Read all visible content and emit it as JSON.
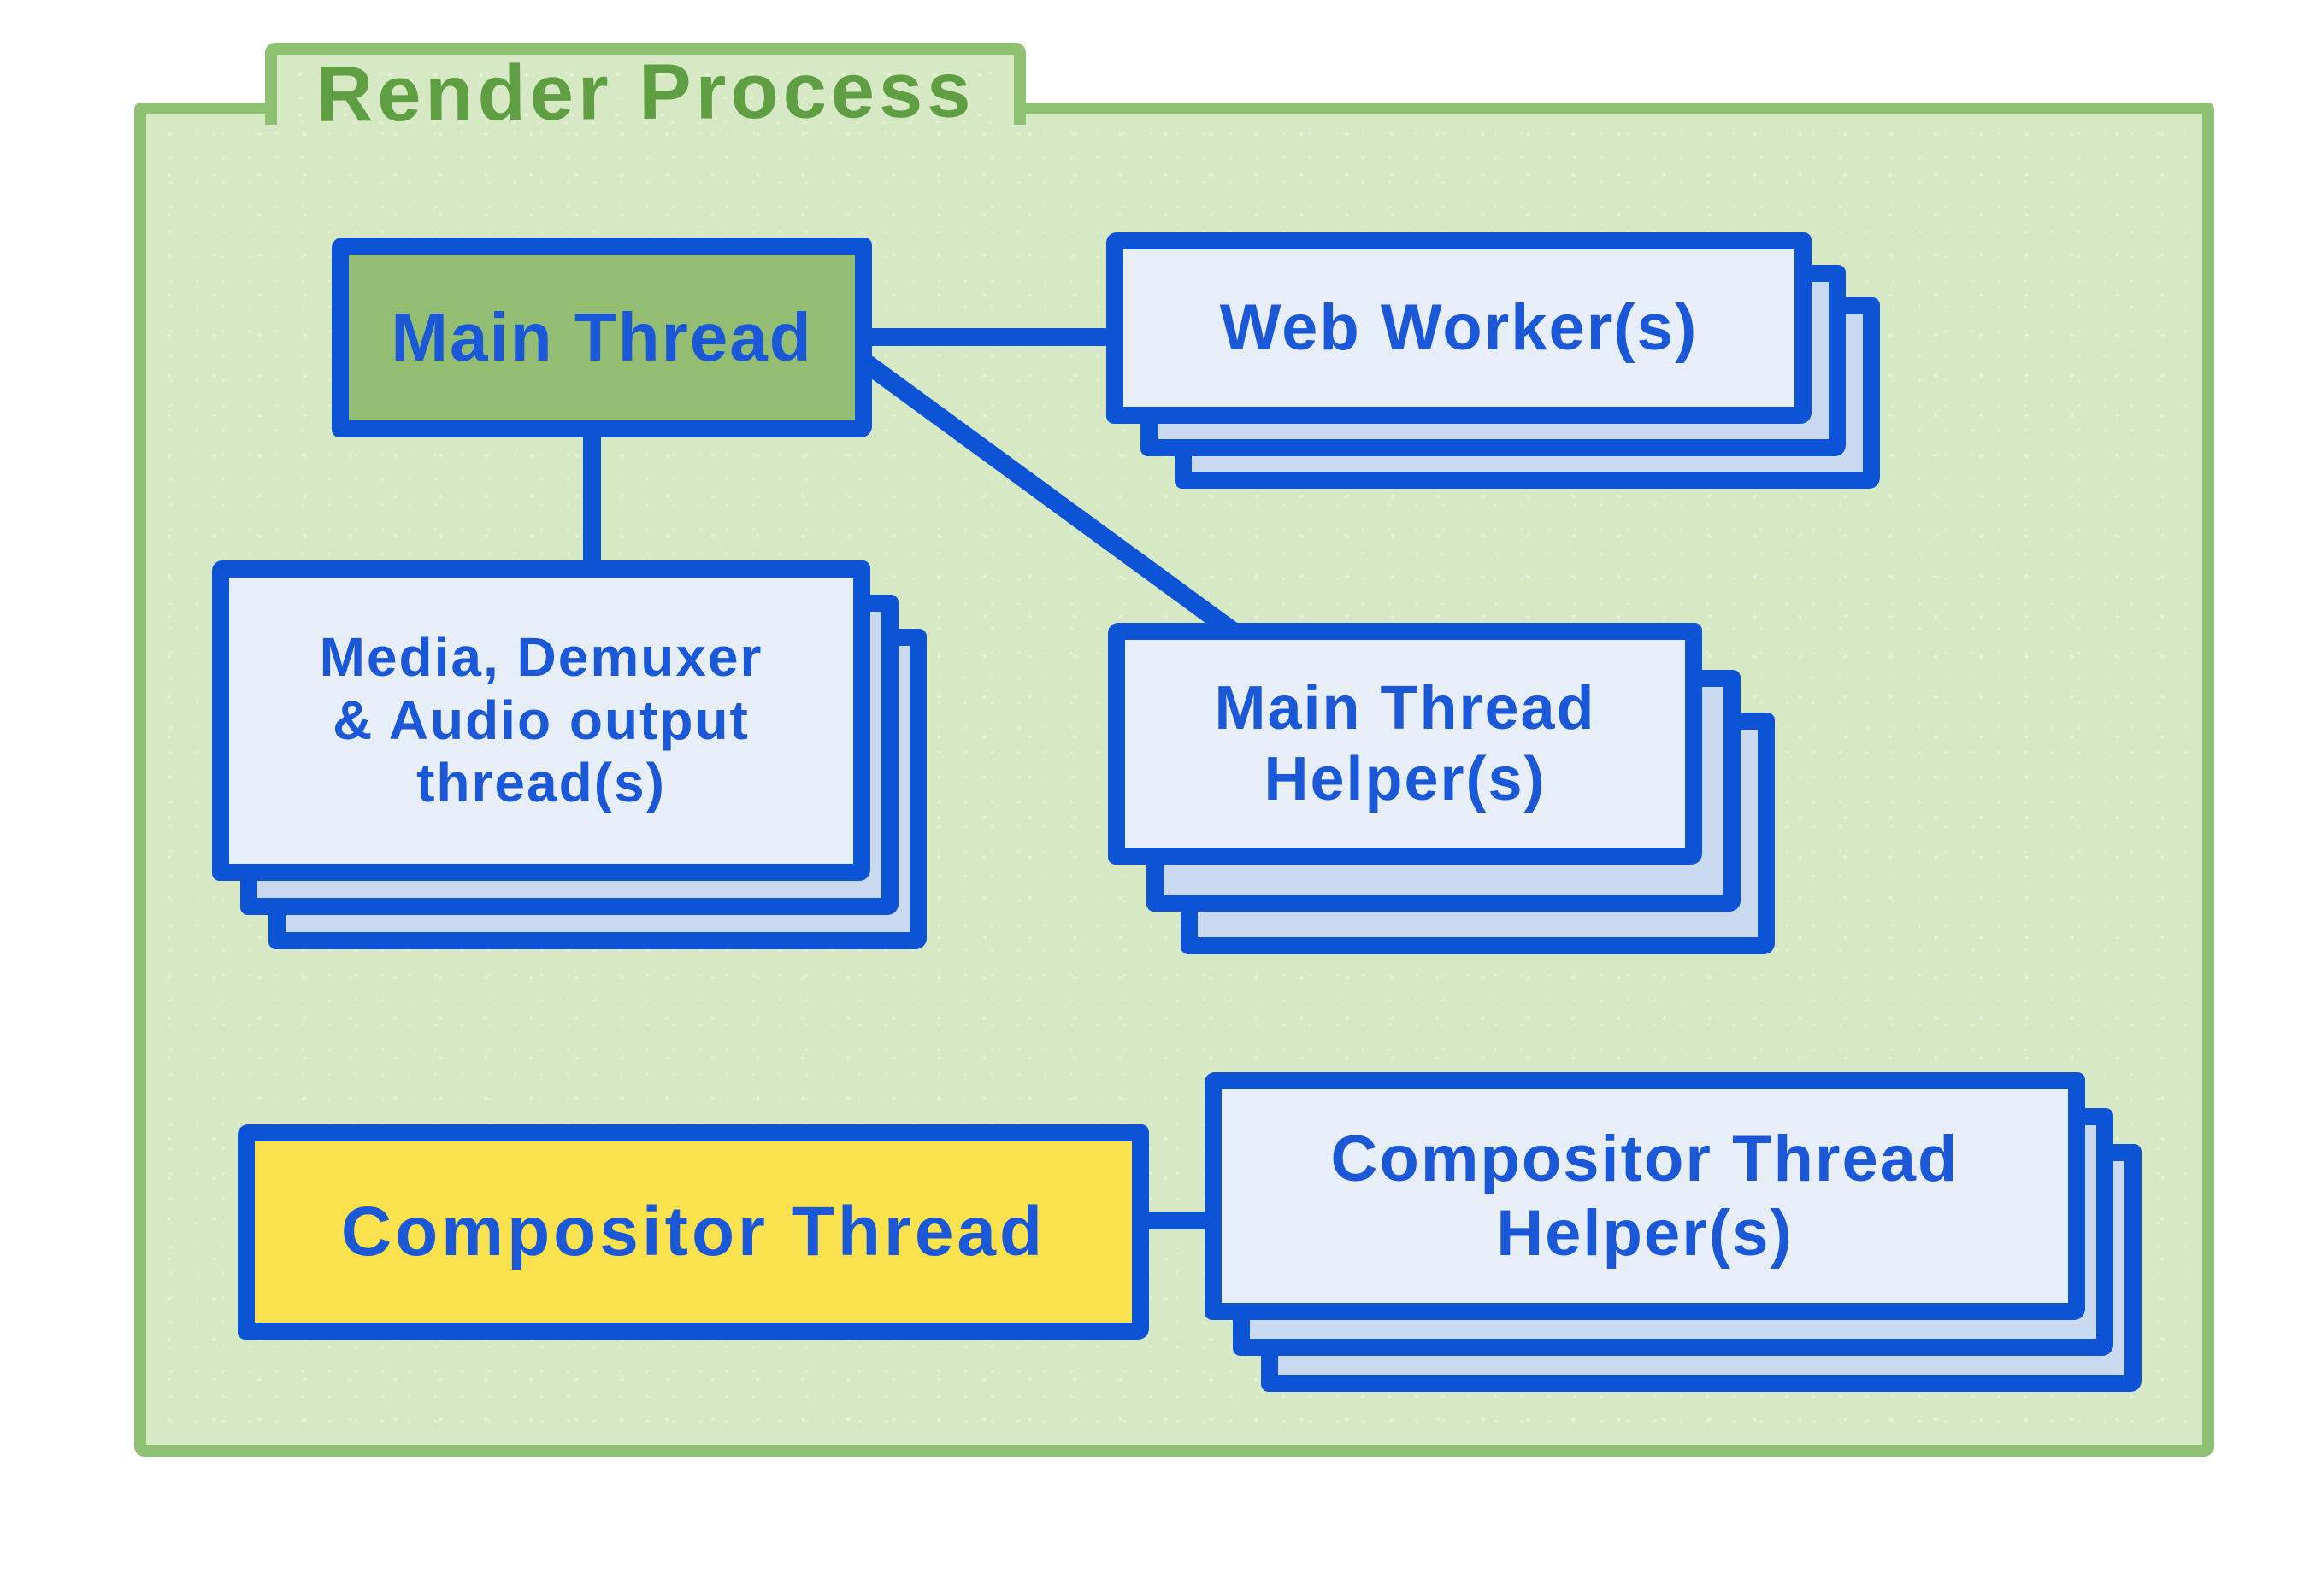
{
  "diagram": {
    "title": "Render Process",
    "nodes": {
      "main_thread": {
        "label": "Main Thread"
      },
      "web_workers": {
        "label": "Web Worker(s)"
      },
      "media": {
        "line1": "Media, Demuxer",
        "line2": "& Audio output",
        "line3": "thread(s)"
      },
      "main_thread_helpers": {
        "line1": "Main Thread",
        "line2": "Helper(s)"
      },
      "compositor_thread": {
        "label": "Compositor Thread"
      },
      "compositor_helpers": {
        "line1": "Compositor Thread",
        "line2": "Helper(s)"
      }
    },
    "edges": [
      {
        "from": "main_thread",
        "to": "web_workers"
      },
      {
        "from": "main_thread",
        "to": "media"
      },
      {
        "from": "main_thread",
        "to": "main_thread_helpers"
      },
      {
        "from": "compositor_thread",
        "to": "compositor_helpers"
      }
    ],
    "colors": {
      "page_bg": "#ffffff",
      "container_fill": "#d6e8c4",
      "container_border": "#8fc172",
      "title_text": "#5f9e42",
      "box_border": "#0d53d6",
      "box_text": "#1a58d8",
      "main_thread_fill": "#92bd72",
      "card_front_fill": "#e8eef8",
      "card_back_fill": "#c9daf0",
      "compositor_fill": "#fae24e"
    }
  }
}
